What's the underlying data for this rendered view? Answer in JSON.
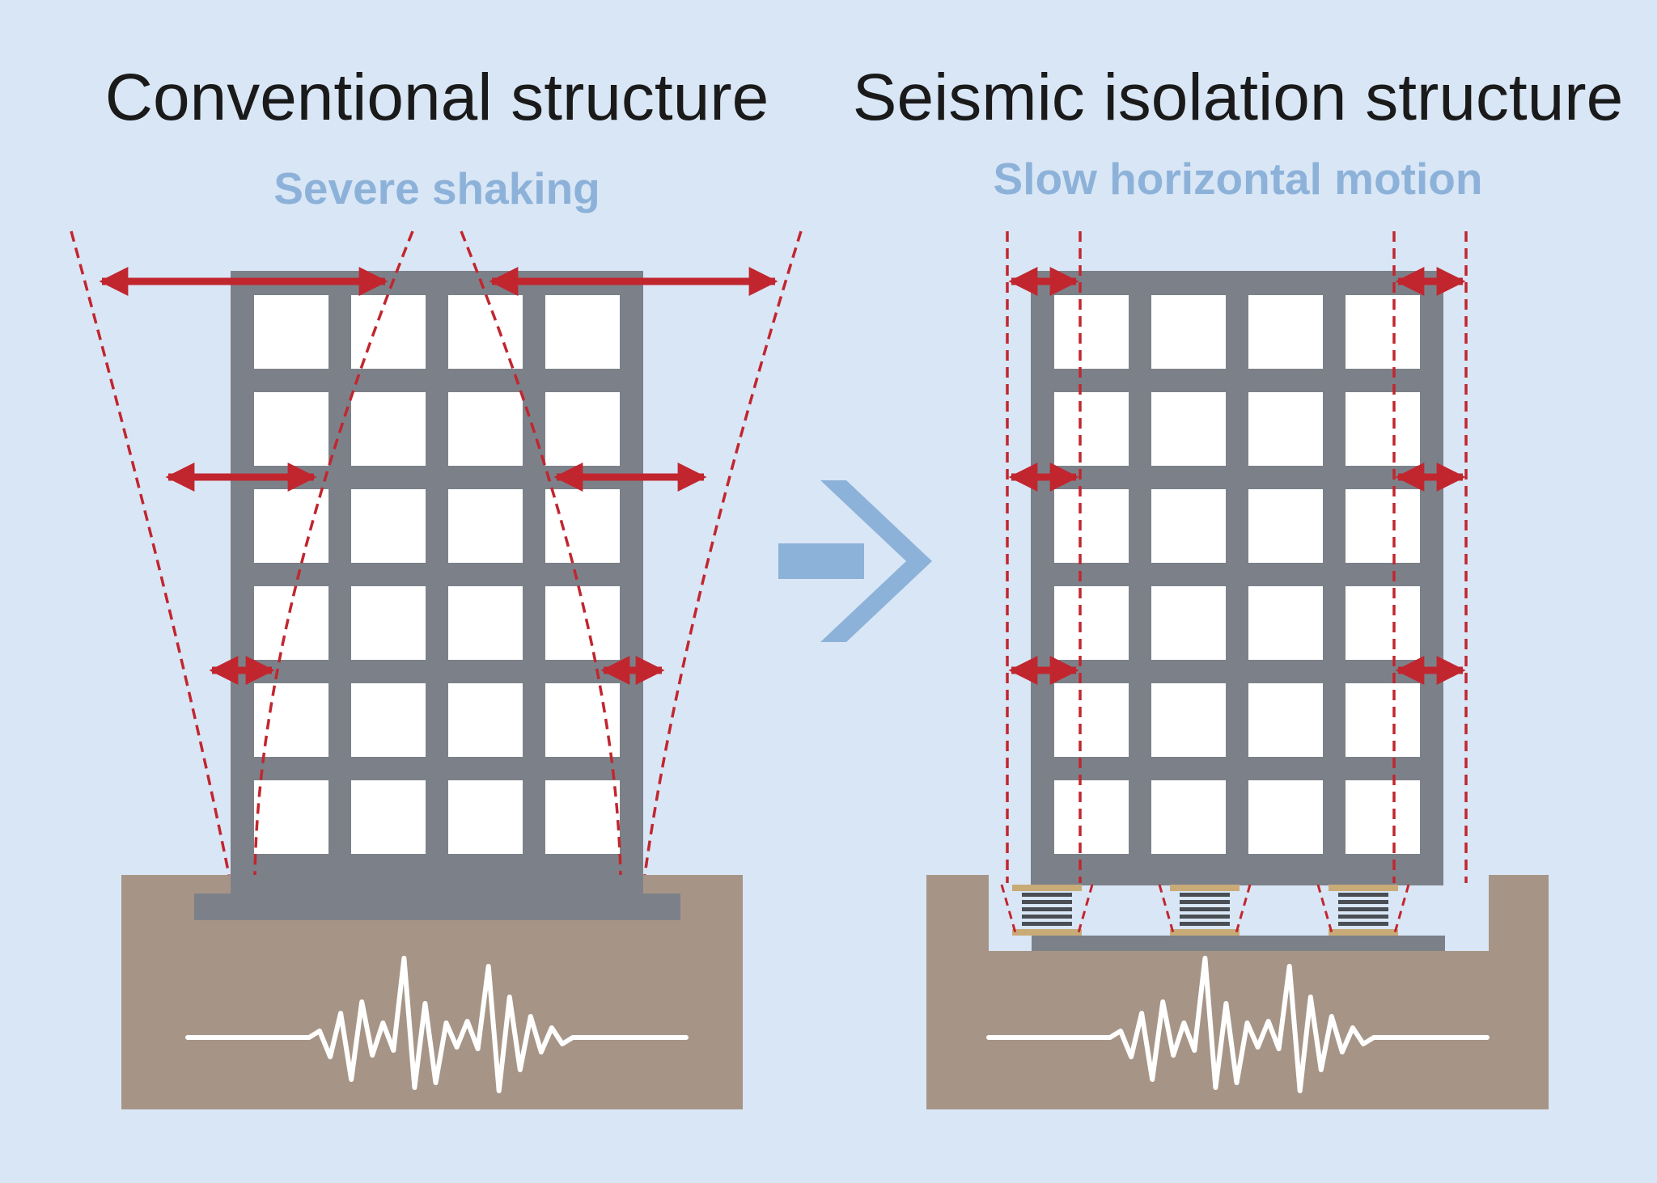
{
  "left_panel": {
    "title": "Conventional structure",
    "subtitle": "Severe shaking"
  },
  "right_panel": {
    "title": "Seismic isolation structure",
    "subtitle": "Slow horizontal motion"
  },
  "colors": {
    "background": "#d9e6f5",
    "building_frame": "#7c8189",
    "window": "#ffffff",
    "ground": "#a69587",
    "arrow_red": "#c1262f",
    "subtitle_blue": "#8db2d9",
    "isolator_plate": "#c9ab78",
    "isolator_rubber": "#4a4e55",
    "seismic_wave": "#ffffff"
  },
  "icons": {
    "transition": "arrow-right-chevron-icon",
    "motion_arrow": "double-headed-arrow-icon",
    "seismic_wave": "seismic-wave-icon",
    "isolator": "seismic-isolator-icon"
  },
  "building": {
    "floors": 6,
    "columns": 4
  },
  "isolators": {
    "count": 3
  }
}
